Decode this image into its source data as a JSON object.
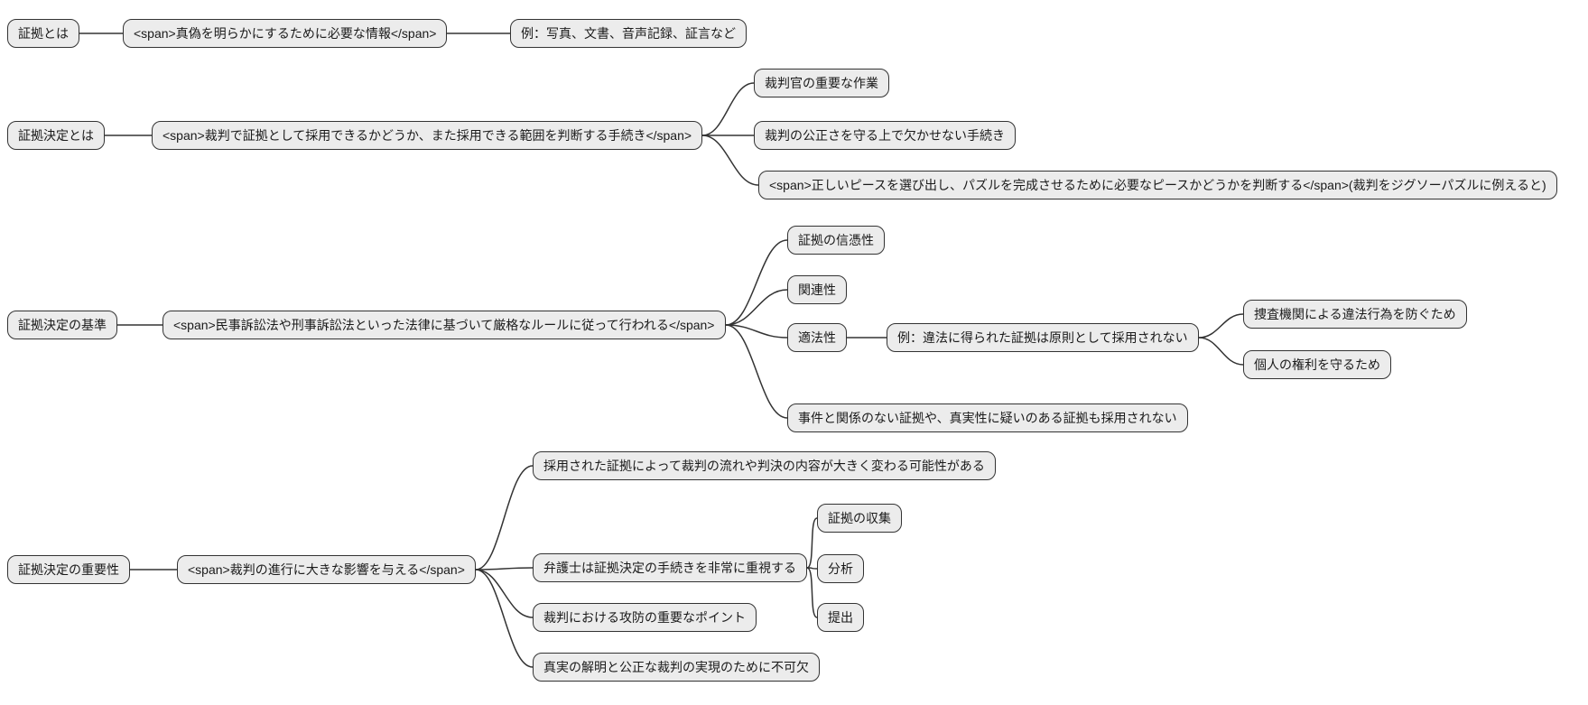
{
  "diagram": {
    "type": "mindmap-flowchart",
    "background_color": "#ffffff",
    "node_fill_color": "#ececec",
    "node_border_color": "#333333",
    "node_text_color": "#1a1a1a",
    "edge_color": "#333333",
    "nodes": [
      {
        "id": "evidence-root",
        "label": "証拠とは"
      },
      {
        "id": "evidence-def",
        "label": "<span>真偽を明らかにするために必要な情報</span>"
      },
      {
        "id": "evidence-examples",
        "label": "例：写真、文書、音声記録、証言など"
      },
      {
        "id": "decision-root",
        "label": "証拠決定とは"
      },
      {
        "id": "decision-def",
        "label": "<span>裁判で証拠として採用できるかどうか、また採用できる範囲を判断する手続き</span>"
      },
      {
        "id": "decision-judge",
        "label": "裁判官の重要な作業"
      },
      {
        "id": "decision-fairness",
        "label": "裁判の公正さを守る上で欠かせない手続き"
      },
      {
        "id": "decision-puzzle",
        "label": "<span>正しいピースを選び出し、パズルを完成させるために必要なピースかどうかを判断する</span>(裁判をジグソーパズルに例えると)"
      },
      {
        "id": "criteria-root",
        "label": "証拠決定の基準"
      },
      {
        "id": "criteria-def",
        "label": "<span>民事訴訟法や刑事訴訟法といった法律に基づいて厳格なルールに従って行われる</span>"
      },
      {
        "id": "criteria-credibility",
        "label": "証拠の信憑性"
      },
      {
        "id": "criteria-relevance",
        "label": "関連性"
      },
      {
        "id": "criteria-legality",
        "label": "適法性"
      },
      {
        "id": "legality-example",
        "label": "例：違法に得られた証拠は原則として採用されない"
      },
      {
        "id": "legality-purpose-1",
        "label": "捜査機関による違法行為を防ぐため"
      },
      {
        "id": "legality-purpose-2",
        "label": "個人の権利を守るため"
      },
      {
        "id": "criteria-rejection",
        "label": "事件と関係のない証拠や、真実性に疑いのある証拠も採用されない"
      },
      {
        "id": "importance-root",
        "label": "証拠決定の重要性"
      },
      {
        "id": "importance-def",
        "label": "<span>裁判の進行に大きな影響を与える</span>"
      },
      {
        "id": "importance-impact",
        "label": "採用された証拠によって裁判の流れや判決の内容が大きく変わる可能性がある"
      },
      {
        "id": "importance-lawyer",
        "label": "弁護士は証拠決定の手続きを非常に重視する"
      },
      {
        "id": "lawyer-collect",
        "label": "証拠の収集"
      },
      {
        "id": "lawyer-analyze",
        "label": "分析"
      },
      {
        "id": "lawyer-submit",
        "label": "提出"
      },
      {
        "id": "importance-tactics",
        "label": "裁判における攻防の重要なポイント"
      },
      {
        "id": "importance-truth",
        "label": "真実の解明と公正な裁判の実現のために不可欠"
      }
    ],
    "edges": [
      [
        "evidence-root",
        "evidence-def"
      ],
      [
        "evidence-def",
        "evidence-examples"
      ],
      [
        "decision-root",
        "decision-def"
      ],
      [
        "decision-def",
        "decision-judge"
      ],
      [
        "decision-def",
        "decision-fairness"
      ],
      [
        "decision-def",
        "decision-puzzle"
      ],
      [
        "criteria-root",
        "criteria-def"
      ],
      [
        "criteria-def",
        "criteria-credibility"
      ],
      [
        "criteria-def",
        "criteria-relevance"
      ],
      [
        "criteria-def",
        "criteria-legality"
      ],
      [
        "criteria-def",
        "criteria-rejection"
      ],
      [
        "criteria-legality",
        "legality-example"
      ],
      [
        "legality-example",
        "legality-purpose-1"
      ],
      [
        "legality-example",
        "legality-purpose-2"
      ],
      [
        "importance-root",
        "importance-def"
      ],
      [
        "importance-def",
        "importance-impact"
      ],
      [
        "importance-def",
        "importance-lawyer"
      ],
      [
        "importance-def",
        "importance-tactics"
      ],
      [
        "importance-def",
        "importance-truth"
      ],
      [
        "importance-lawyer",
        "lawyer-collect"
      ],
      [
        "importance-lawyer",
        "lawyer-analyze"
      ],
      [
        "importance-lawyer",
        "lawyer-submit"
      ]
    ]
  }
}
